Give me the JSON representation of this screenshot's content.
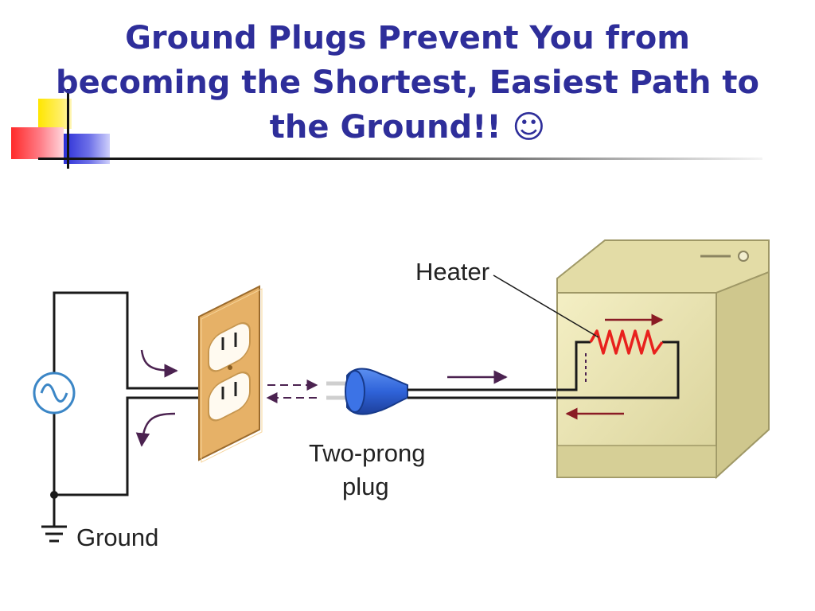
{
  "slide": {
    "title_lines": [
      "Ground Plugs Prevent You from",
      "becoming the Shortest, Easiest Path to",
      "the Ground!! ☺"
    ]
  },
  "diagram": {
    "labels": {
      "heater": "Heater",
      "plug_line1": "Two-prong",
      "plug_line2": "plug",
      "ground": "Ground"
    },
    "colors": {
      "title": "#2e2e9a",
      "plug": "#2f63d9",
      "outlet": "#e6b167",
      "appliance": "#ece6b2",
      "heater_coil": "#e8211d",
      "arrows": "#4b2250"
    },
    "components": [
      "ac-source-icon",
      "wall-outlet",
      "two-prong-plug",
      "appliance",
      "heater-coil",
      "ground-symbol"
    ]
  }
}
